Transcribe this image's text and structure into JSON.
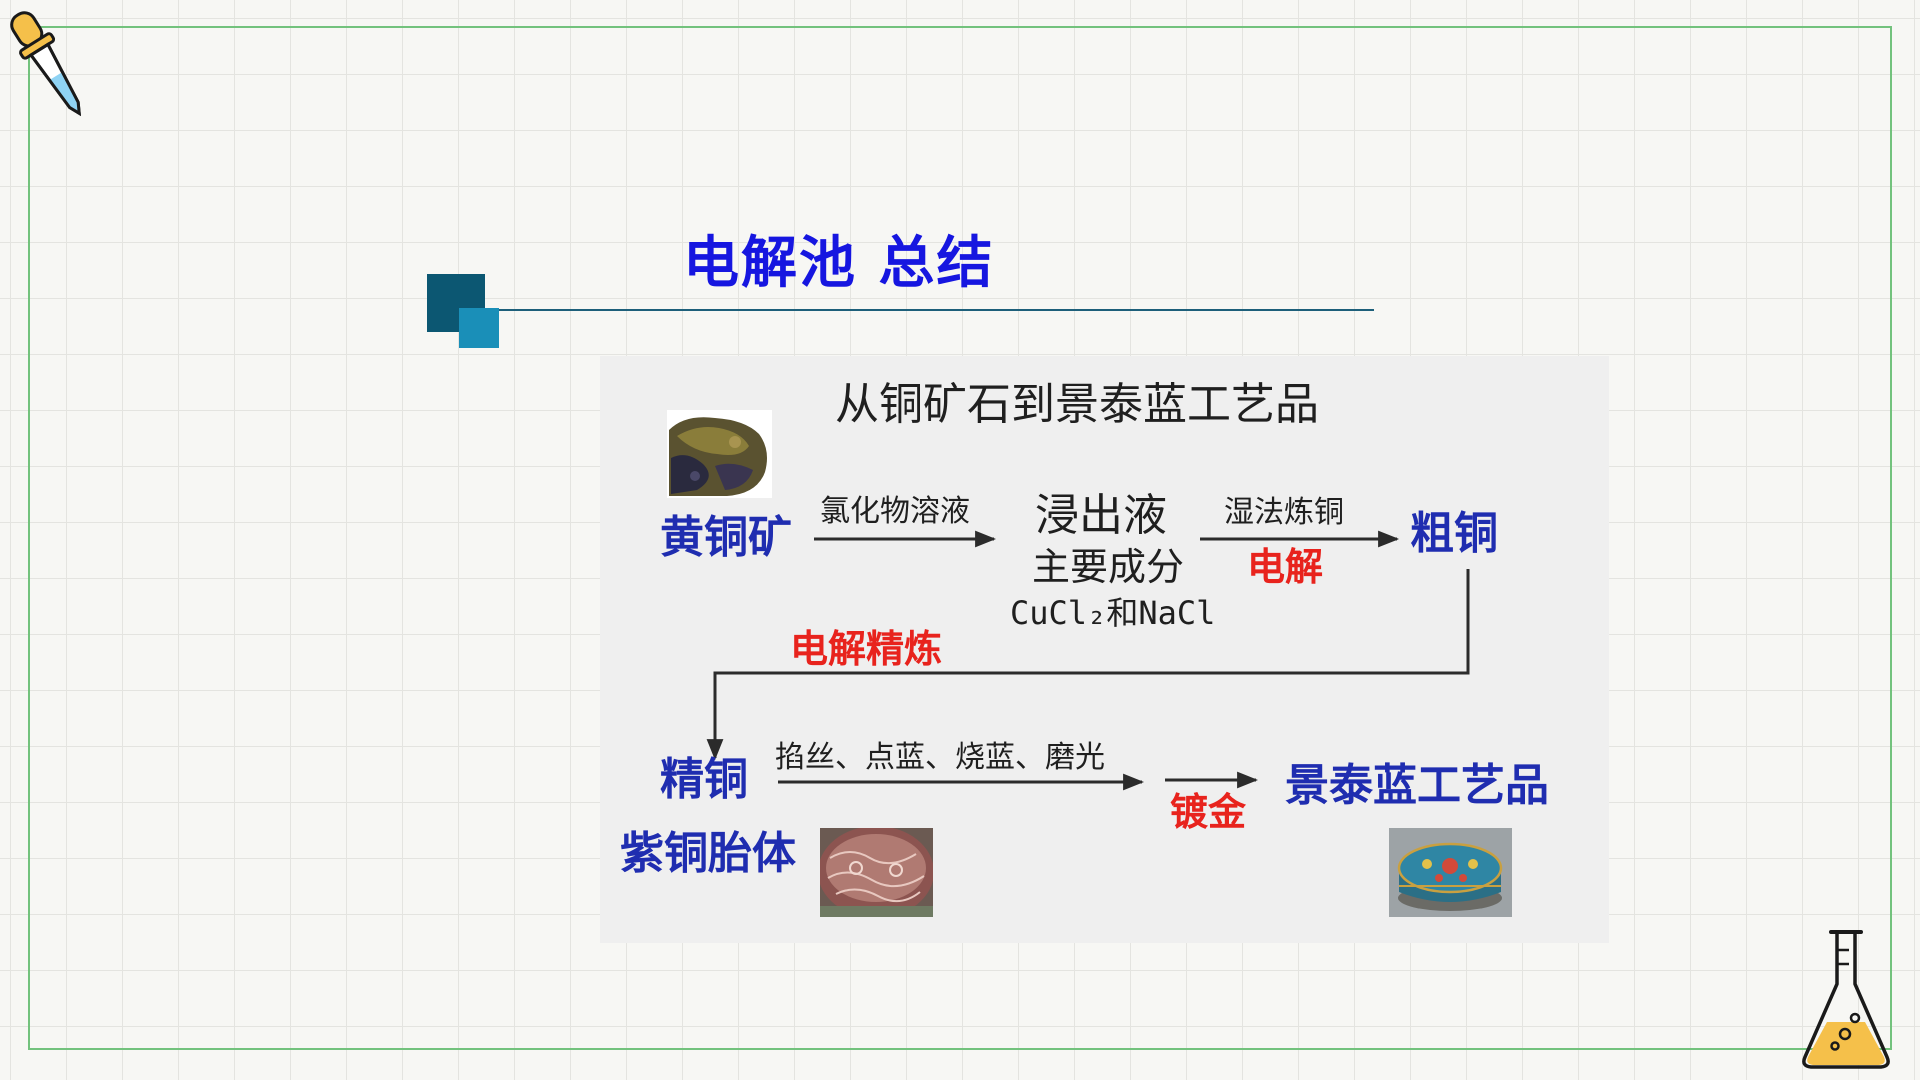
{
  "title": "电解池  总结",
  "diagram": {
    "heading": "从铜矿石到景泰蓝工艺品",
    "nodes": {
      "chalcopyrite": "黄铜矿",
      "leachate": "浸出液",
      "main_component_label": "主要成分",
      "main_component_formula": "CuCl₂和NaCl",
      "crude_copper": "粗铜",
      "refined_copper": "精铜",
      "copper_body": "紫铜胎体",
      "cloisonne": "景泰蓝工艺品"
    },
    "edges": {
      "chloride_solution": "氯化物溶液",
      "wet_smelting": "湿法炼铜",
      "electrolysis": "电解",
      "electrorefining": "电解精炼",
      "process_steps": "掐丝、点蓝、烧蓝、磨光",
      "gilding": "镀金"
    }
  },
  "colors": {
    "title_blue": "#1616e0",
    "node_blue": "#1f2db0",
    "emphasis_red": "#e8231d",
    "frame_green": "#73c27d",
    "accent_dark": "#0c5772",
    "accent_light": "#1a8fb8"
  }
}
